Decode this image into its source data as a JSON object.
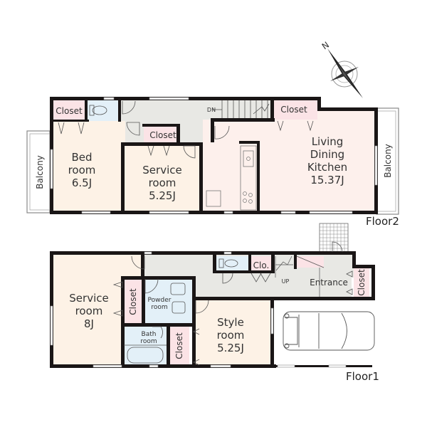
{
  "compass": {
    "label": "N"
  },
  "floor2": {
    "label": "Floor2",
    "rooms": {
      "closet_left": "Closet",
      "bed": {
        "line1": "Bed",
        "line2": "room",
        "size": "6.5J"
      },
      "service": {
        "line1": "Service",
        "line2": "room",
        "size": "5.25J"
      },
      "closet_service": "Closet",
      "closet_stairs": "Closet",
      "ldk": {
        "line1": "Living",
        "line2": "Dining",
        "line3": "Kitchen",
        "size": "15.37J"
      },
      "balcony_left": "Balcony",
      "balcony_right": "Balcony",
      "stairs": "DN"
    }
  },
  "floor1": {
    "label": "Floor1",
    "rooms": {
      "service": {
        "line1": "Service",
        "line2": "room",
        "size": "8J"
      },
      "closet_service": "Closet",
      "powder": {
        "line1": "Powder",
        "line2": "room"
      },
      "bath": {
        "line1": "Bath",
        "line2": "room"
      },
      "closet_bath": "Closet",
      "style": {
        "line1": "Style",
        "line2": "room",
        "size": "5.25J"
      },
      "clo": "Clo.",
      "stairs": "UP",
      "entrance": "Entrance",
      "closet_entrance": "Closet"
    }
  },
  "colors": {
    "wall": "#1a1616",
    "room_beige": "#fdf2e6",
    "ldk_pink": "#fdf0ec",
    "closet_pink": "#fbe3e6",
    "wet_blue": "#e3f0f8",
    "hall_gray": "#e8e8e4"
  }
}
